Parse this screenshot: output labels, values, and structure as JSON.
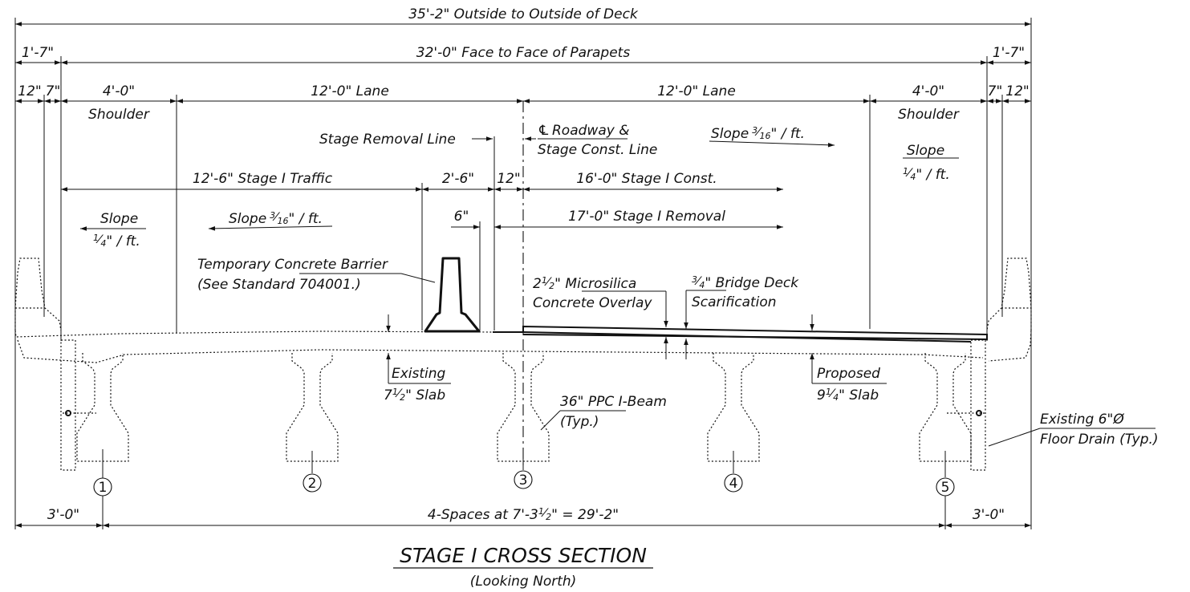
{
  "drawing": {
    "title": "STAGE I CROSS SECTION",
    "subtitle": "(Looking North)"
  },
  "dimensions": {
    "overall": "35'-2\" Outside to Outside of Deck",
    "parapets": "32'-0\" Face to Face of Parapets",
    "left_overhang": "1'-7\"",
    "right_overhang": "1'-7\"",
    "left_12": "12\"",
    "left_7": "7\"",
    "right_7": "7\"",
    "right_12": "12\"",
    "left_shoulder_dim": "4'-0\"",
    "left_shoulder_label": "Shoulder",
    "right_shoulder_dim": "4'-0\"",
    "right_shoulder_label": "Shoulder",
    "left_lane": "12'-0\" Lane",
    "right_lane": "12'-0\" Lane",
    "stage1_traffic": "12'-6\" Stage I Traffic",
    "dim_2_6": "2'-6\"",
    "dim_12": "12\"",
    "stage1_const": "16'-0\" Stage I Const.",
    "dim_6": "6\"",
    "stage1_removal": "17'-0\" Stage I Removal",
    "left_end_spacing": "3'-0\"",
    "right_end_spacing": "3'-0\"",
    "beam_spacing_prefix": "4-Spaces at 7'-3",
    "beam_spacing_suffix": "\" = 29'-2\""
  },
  "notes": {
    "stage_removal_line": "Stage Removal Line",
    "roadway_cl_1": "Roadway &",
    "roadway_cl_2": "Stage Const. Line",
    "cl_symbol": "℄",
    "slope_left_word": "Slope",
    "slope_left_rate": "\" / ft.",
    "slope_mid_left": "Slope",
    "slope_mid_left_rate": "\" / ft.",
    "slope_mid_right": "Slope",
    "slope_mid_right_rate": "\" / ft.",
    "slope_right_word": "Slope",
    "slope_right_rate": "\" / ft.",
    "barrier_1": "Temporary Concrete Barrier",
    "barrier_2": "(See Standard 704001.)",
    "overlay_1a": "2",
    "overlay_1b": "\" Microsilica",
    "overlay_2": "Concrete Overlay",
    "scarif_1": "\" Bridge Deck",
    "scarif_2": "Scarification",
    "existing_slab_1": "Existing",
    "existing_slab_2a": "7",
    "existing_slab_2b": "\" Slab",
    "proposed_slab_1": "Proposed",
    "proposed_slab_2a": "9",
    "proposed_slab_2b": "\" Slab",
    "ibeam_1": "36\" PPC I-Beam",
    "ibeam_2": "(Typ.)",
    "drain_1": "Existing 6\"Ø",
    "drain_2": "Floor Drain (Typ.)"
  },
  "beams": [
    "1",
    "2",
    "3",
    "4",
    "5"
  ]
}
